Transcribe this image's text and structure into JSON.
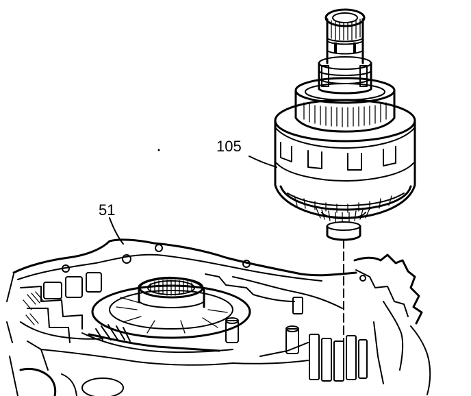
{
  "figure": {
    "callouts": [
      {
        "id": "assembly",
        "label": "105"
      },
      {
        "id": "case",
        "label": "51"
      }
    ],
    "colors": {
      "ink": "#000000",
      "paper": "#ffffff"
    }
  }
}
